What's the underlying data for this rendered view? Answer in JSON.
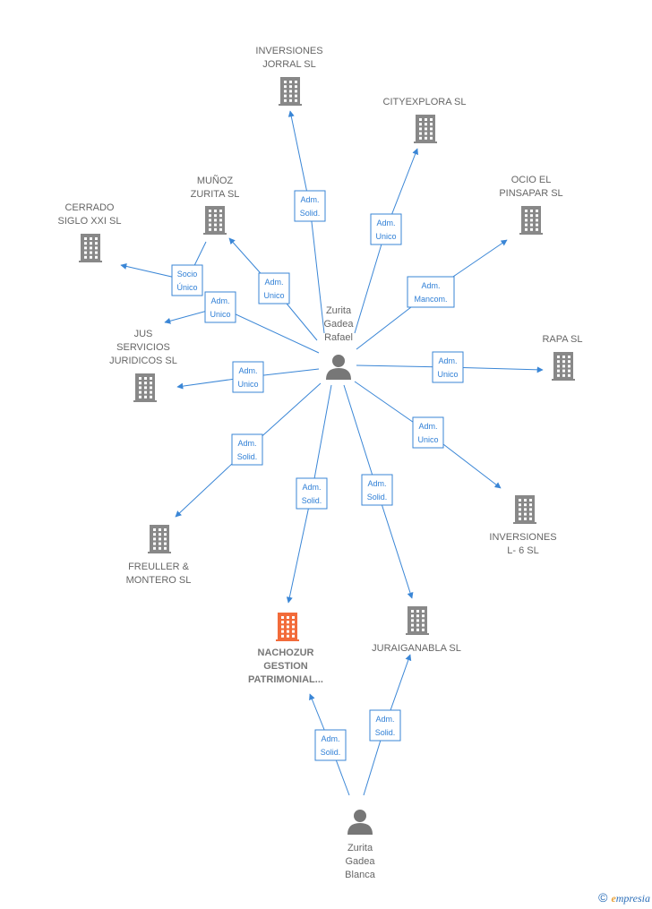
{
  "colors": {
    "building": "#888888",
    "building_highlight": "#f26b3a",
    "person": "#777777",
    "edge": "#3a86d6",
    "edge_text": "#2f7fd6",
    "label": "#666666"
  },
  "nodes": [
    {
      "id": "rafael",
      "type": "person",
      "label": [
        "Zurita",
        "Gadea",
        "Rafael"
      ]
    },
    {
      "id": "blanca",
      "type": "person",
      "label": [
        "Zurita",
        "Gadea",
        "Blanca"
      ]
    },
    {
      "id": "jorral",
      "type": "company",
      "label": [
        "INVERSIONES",
        "JORRAL SL"
      ]
    },
    {
      "id": "cityexplora",
      "type": "company",
      "label": [
        "CITYEXPLORA SL"
      ]
    },
    {
      "id": "munoz",
      "type": "company",
      "label": [
        "MUÑOZ",
        "ZURITA  SL"
      ]
    },
    {
      "id": "ocio",
      "type": "company",
      "label": [
        "OCIO EL",
        "PINSAPAR  SL"
      ]
    },
    {
      "id": "cerrado",
      "type": "company",
      "label": [
        "CERRADO",
        "SIGLO XXI SL"
      ]
    },
    {
      "id": "jus",
      "type": "company",
      "label": [
        "JUS",
        "SERVICIOS",
        "JURIDICOS  SL"
      ]
    },
    {
      "id": "rapa",
      "type": "company",
      "label": [
        "RAPA  SL"
      ]
    },
    {
      "id": "l6",
      "type": "company",
      "label": [
        "INVERSIONES",
        "L- 6  SL"
      ]
    },
    {
      "id": "freuller",
      "type": "company",
      "label": [
        "FREULLER &",
        "MONTERO  SL"
      ]
    },
    {
      "id": "nachozur",
      "type": "company",
      "highlight": true,
      "label": [
        "NACHOZUR",
        "GESTION",
        "PATRIMONIAL..."
      ]
    },
    {
      "id": "juraiganabla",
      "type": "company",
      "label": [
        "JURAIGANABLA SL"
      ]
    }
  ],
  "edges": [
    {
      "from": "rafael",
      "to": "jorral",
      "label": [
        "Adm.",
        "Solid."
      ]
    },
    {
      "from": "rafael",
      "to": "cityexplora",
      "label": [
        "Adm.",
        "Unico"
      ]
    },
    {
      "from": "rafael",
      "to": "munoz",
      "label": [
        "Adm.",
        "Unico"
      ]
    },
    {
      "from": "rafael",
      "to": "ocio",
      "label": [
        "Adm.",
        "Mancom."
      ]
    },
    {
      "from": "munoz",
      "to": "cerrado",
      "label": [
        "Socio",
        "Único"
      ]
    },
    {
      "from": "rafael",
      "to": "jus",
      "label": [
        "Adm.",
        "Unico"
      ]
    },
    {
      "from": "rafael",
      "to": "jus",
      "label": [
        "Adm.",
        "Unico"
      ]
    },
    {
      "from": "rafael",
      "to": "rapa",
      "label": [
        "Adm.",
        "Unico"
      ]
    },
    {
      "from": "rafael",
      "to": "l6",
      "label": [
        "Adm.",
        "Unico"
      ]
    },
    {
      "from": "rafael",
      "to": "freuller",
      "label": [
        "Adm.",
        "Solid."
      ]
    },
    {
      "from": "rafael",
      "to": "nachozur",
      "label": [
        "Adm.",
        "Solid."
      ]
    },
    {
      "from": "rafael",
      "to": "juraiganabla",
      "label": [
        "Adm.",
        "Solid."
      ]
    },
    {
      "from": "blanca",
      "to": "nachozur",
      "label": [
        "Adm.",
        "Solid."
      ]
    },
    {
      "from": "blanca",
      "to": "juraiganabla",
      "label": [
        "Adm.",
        "Solid."
      ]
    }
  ],
  "footer": {
    "copyright_symbol": "©",
    "brand_first": "e",
    "brand_rest": "mpresia"
  }
}
